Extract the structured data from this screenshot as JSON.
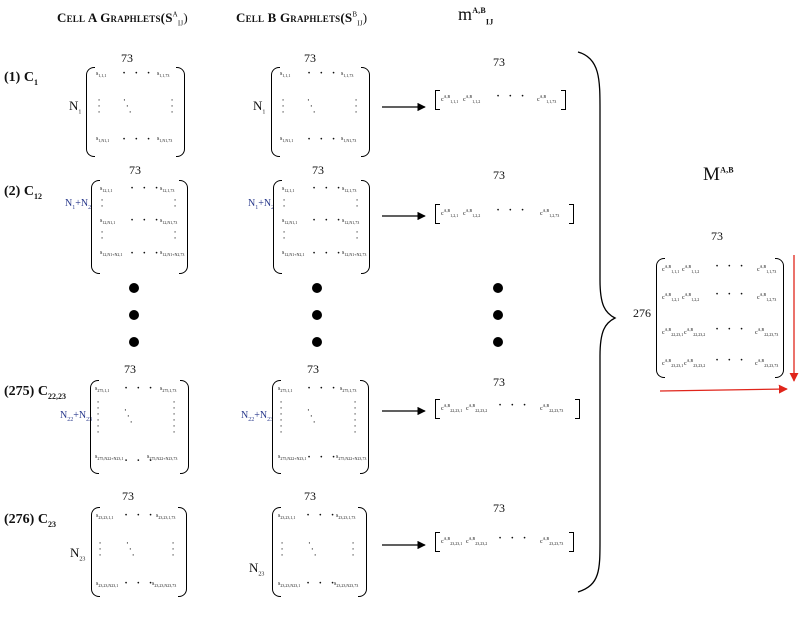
{
  "headers": {
    "cell_a": "Cell A Graphlets(S",
    "cell_a_sup": "A",
    "cell_a_sub": "IJ",
    "cell_b": "Cell B Graphlets(S",
    "cell_b_sup": "B",
    "cell_b_sub": "IJ",
    "m_main": "m",
    "m_sup": "A,B",
    "m_sub": "IJ",
    "M_main": "M",
    "M_sup": "A,B"
  },
  "rows": [
    {
      "prefix": "(1) C",
      "sub": "1",
      "n_label": "N",
      "n_sub": "1",
      "b_n_label": "N",
      "b_n_sub": "1"
    },
    {
      "prefix": "(2) C",
      "sub": "12",
      "n_label": "N",
      "n_sub": "1",
      "n_plus": "+N",
      "n_sub2": "2",
      "b_n_label": "N",
      "b_n_sub": "1",
      "b_n_plus": "+N",
      "b_n_sub2": "2"
    },
    {
      "prefix": "(275) C",
      "sub": "22,23",
      "n_label": "N",
      "n_sub": "22",
      "n_plus": "+N",
      "n_sub2": "23",
      "b_n_label": "N",
      "b_n_sub": "22",
      "b_n_plus": "+N",
      "b_n_sub2": "23"
    },
    {
      "prefix": "(276) C",
      "sub": "23",
      "n_label": "N",
      "n_sub": "23",
      "b_n_label": "N",
      "b_n_sub": "23"
    }
  ],
  "dimension_73": "73",
  "dimension_276": "276",
  "entry_s": "s",
  "entry_c": "c",
  "entry_c_sup": "A,B",
  "colors": {
    "arrow_red": "#e0251b",
    "text_blue": "#2a3a8c"
  }
}
